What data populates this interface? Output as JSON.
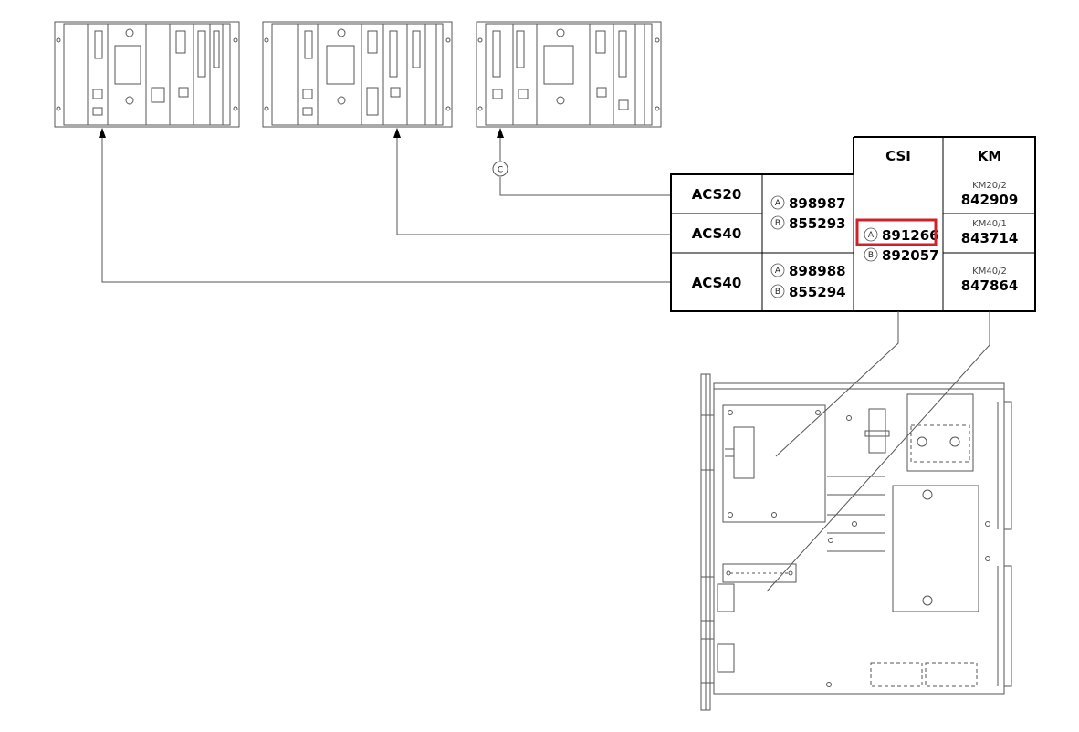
{
  "table": {
    "headers": {
      "csi": "CSI",
      "km": "KM"
    },
    "rows": [
      {
        "system": "ACS20",
        "km_model": "KM20/2",
        "km_part": "842909"
      },
      {
        "system": "ACS40",
        "km_model": "KM40/1",
        "km_part": "843714"
      },
      {
        "system": "ACS40",
        "km_model": "KM40/2",
        "km_part": "847864"
      }
    ],
    "parts_group1": {
      "a_letter": "A",
      "a_part": "898987",
      "b_letter": "B",
      "b_part": "855293"
    },
    "parts_group2": {
      "a_letter": "A",
      "a_part": "898988",
      "b_letter": "B",
      "b_part": "855294"
    },
    "csi_parts": {
      "a_letter": "A",
      "a_part": "891266",
      "b_letter": "B",
      "b_part": "892057"
    }
  },
  "callout_c": "C",
  "highlight_color": "#d0202a"
}
